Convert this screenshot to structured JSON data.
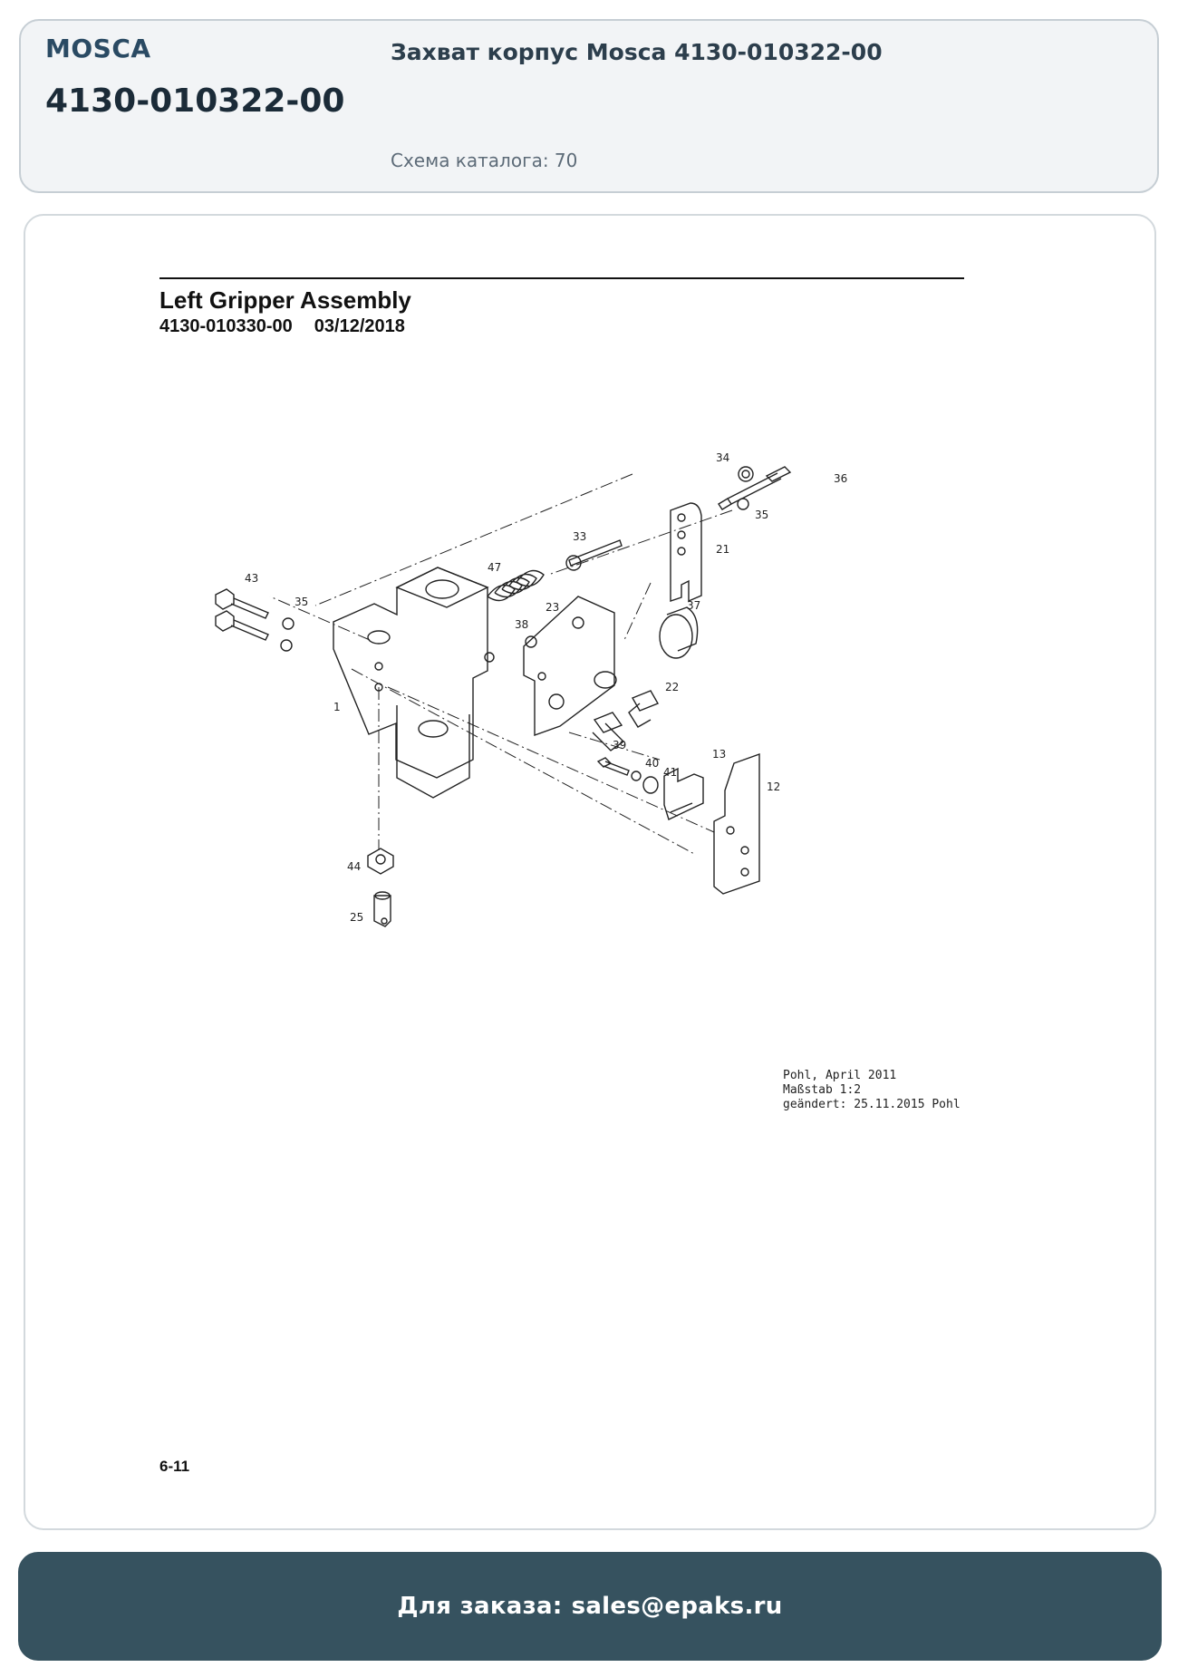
{
  "header": {
    "brand": "MOSCA",
    "part_number": "4130-010322-00",
    "title": "Захват корпус Mosca 4130-010322-00",
    "scheme_label": "Схема каталога: 70"
  },
  "sheet": {
    "title": "Left Gripper Assembly",
    "doc_number": "4130-010330-00",
    "date": "03/12/2018",
    "page": "6-11",
    "stamp": [
      "Pohl, April 2011",
      "Maßstab 1:2",
      "geändert: 25.11.2015 Pohl"
    ],
    "callouts": [
      "34",
      "36",
      "35",
      "33",
      "21",
      "47",
      "43",
      "35",
      "23",
      "37",
      "38",
      "22",
      "1",
      "39",
      "40",
      "13",
      "41",
      "12",
      "44",
      "25"
    ]
  },
  "footer": {
    "label": "Для заказа:",
    "email": "sales@epaks.ru"
  }
}
